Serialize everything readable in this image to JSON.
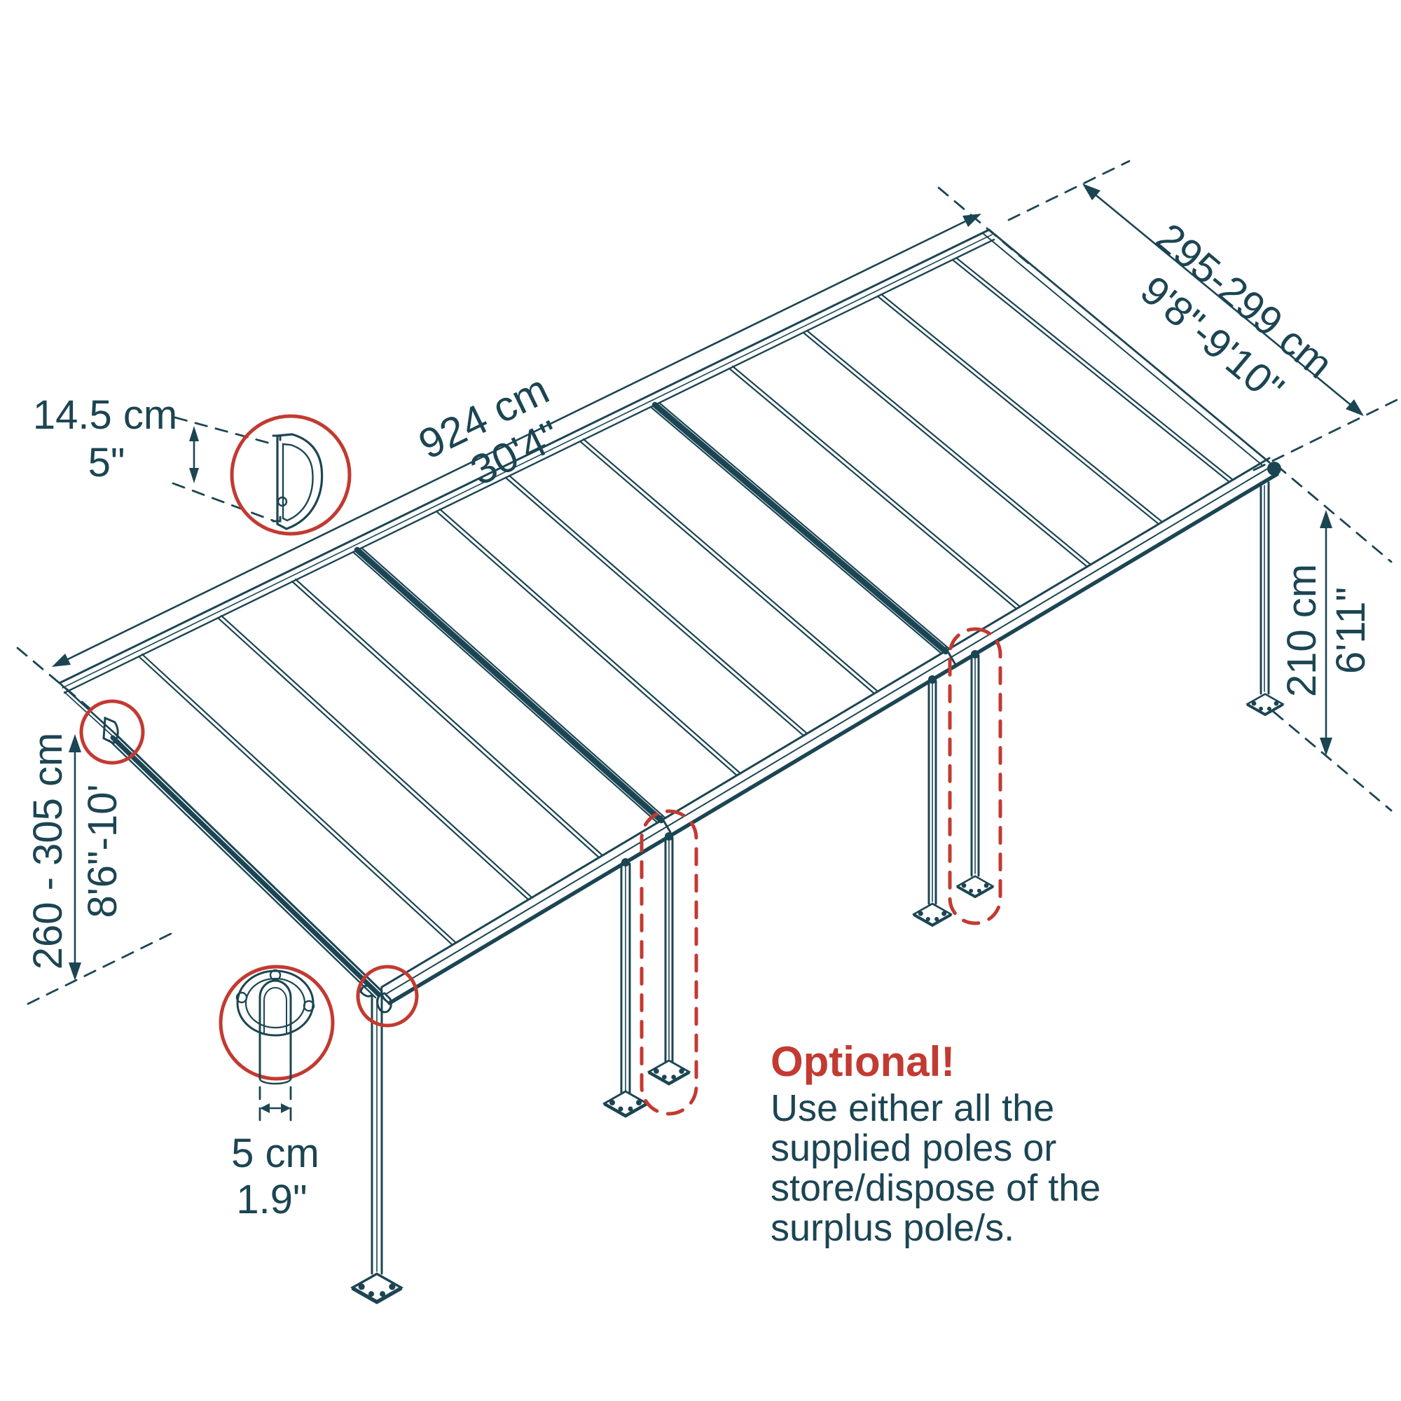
{
  "dimensions": {
    "length": {
      "metric": "924 cm",
      "imperial": "30'4\""
    },
    "depth": {
      "metric": "295-299 cm",
      "imperial": "9'8\"-9'10\""
    },
    "post_height": {
      "metric": "210 cm",
      "imperial": "6'11\""
    },
    "wall_height": {
      "metric": "260 - 305 cm",
      "imperial": "8'6\"-10'"
    },
    "profile_height": {
      "metric": "14.5 cm",
      "imperial": "5\""
    },
    "pole_diameter": {
      "metric": "5 cm",
      "imperial": "1.9\""
    }
  },
  "note": {
    "heading": "Optional!",
    "lines": [
      "Use either all the",
      "supplied poles or",
      "store/dispose of the",
      "surplus pole/s."
    ]
  },
  "colors": {
    "line_color": "#1c4553",
    "accent_red": "#c23a31"
  }
}
